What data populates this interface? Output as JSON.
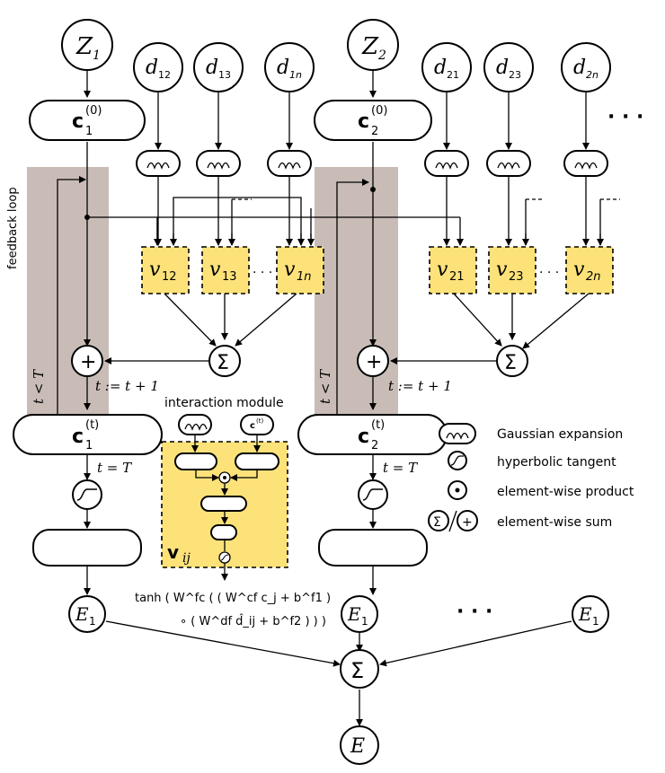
{
  "labels": {
    "z1": "Z",
    "z1_sub": "1",
    "z2": "Z",
    "z2_sub": "2",
    "d12": "d",
    "d12_sub": "12",
    "d13": "d",
    "d13_sub": "13",
    "d1n": "d",
    "d1n_sub": "1n",
    "d21": "d",
    "d21_sub": "21",
    "d23": "d",
    "d23_sub": "23",
    "d2n": "d",
    "d2n_sub": "2n",
    "c1_0": "c",
    "c1_0_sub": "1",
    "c1_0_sup": "(0)",
    "c2_0": "c",
    "c2_0_sub": "2",
    "c2_0_sup": "(0)",
    "c1_t": "c",
    "c1_t_sub": "1",
    "c1_t_sup": "(t)",
    "c2_t": "c",
    "c2_t_sub": "2",
    "c2_t_sup": "(t)",
    "v12": "v",
    "v12_sub": "12",
    "v13": "v",
    "v13_sub": "13",
    "v1n": "v",
    "v1n_sub": "1n",
    "v21": "v",
    "v21_sub": "21",
    "v23": "v",
    "v23_sub": "23",
    "v2n": "v",
    "v2n_sub": "2n",
    "vij": "v",
    "vij_sub": "ij",
    "ellipsis": "· · ·",
    "feedback_loop": "feedback loop",
    "t_lt_T": "t < T",
    "t_update": "t := t + 1",
    "t_eq_T": "t = T",
    "interaction_module": "interaction module",
    "ct_small": "c",
    "ct_small_sup": "(t)",
    "sigma": "Σ",
    "plus": "+",
    "e1": "E",
    "e1_sub": "1",
    "e_final": "E",
    "formula_line1": "tanh ( W^fc ( ( W^cf c_j + b^f1 )",
    "formula_line2": "∘ ( W^df d̂_ij + b^f2 ) ) )"
  },
  "legend": {
    "gaussian": "Gaussian expansion",
    "tanh": "hyperbolic tangent",
    "product": "element-wise product",
    "sum": "element-wise sum"
  },
  "colors": {
    "feedback_band": "#c9bcb6",
    "interaction_fill": "#fde27a",
    "stroke": "#000000"
  }
}
